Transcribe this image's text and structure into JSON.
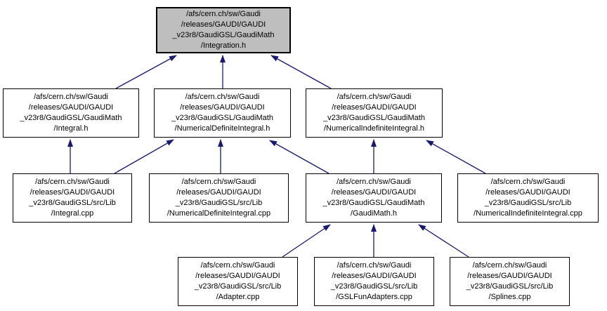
{
  "diagram": {
    "arrow_color": "#191970",
    "main_node_fill": "#bebebe",
    "node_fill": "#ffffff",
    "border_color": "#000000",
    "text_color": "#000000"
  },
  "nodes": {
    "integration_h": {
      "lines": [
        "/afs/cern.ch/sw/Gaudi",
        "/releases/GAUDI/GAUDI",
        "_v23r8/GaudiGSL/GaudiMath",
        "/Integration.h"
      ]
    },
    "integral_h": {
      "lines": [
        "/afs/cern.ch/sw/Gaudi",
        "/releases/GAUDI/GAUDI",
        "_v23r8/GaudiGSL/GaudiMath",
        "/Integral.h"
      ]
    },
    "numerical_definite_integral_h": {
      "lines": [
        "/afs/cern.ch/sw/Gaudi",
        "/releases/GAUDI/GAUDI",
        "_v23r8/GaudiGSL/GaudiMath",
        "/NumericalDefiniteIntegral.h"
      ]
    },
    "numerical_indefinite_integral_h": {
      "lines": [
        "/afs/cern.ch/sw/Gaudi",
        "/releases/GAUDI/GAUDI",
        "_v23r8/GaudiGSL/GaudiMath",
        "/NumericalIndefiniteIntegral.h"
      ]
    },
    "integral_cpp": {
      "lines": [
        "/afs/cern.ch/sw/Gaudi",
        "/releases/GAUDI/GAUDI",
        "_v23r8/GaudiGSL/src/Lib",
        "/Integral.cpp"
      ]
    },
    "numerical_definite_integral_cpp": {
      "lines": [
        "/afs/cern.ch/sw/Gaudi",
        "/releases/GAUDI/GAUDI",
        "_v23r8/GaudiGSL/src/Lib",
        "/NumericalDefiniteIntegral.cpp"
      ]
    },
    "gaudimath_h": {
      "lines": [
        "/afs/cern.ch/sw/Gaudi",
        "/releases/GAUDI/GAUDI",
        "_v23r8/GaudiGSL/GaudiMath",
        "/GaudiMath.h"
      ]
    },
    "numerical_indefinite_integral_cpp": {
      "lines": [
        "/afs/cern.ch/sw/Gaudi",
        "/releases/GAUDI/GAUDI",
        "_v23r8/GaudiGSL/src/Lib",
        "/NumericalIndefiniteIntegral.cpp"
      ]
    },
    "adapter_cpp": {
      "lines": [
        "/afs/cern.ch/sw/Gaudi",
        "/releases/GAUDI/GAUDI",
        "_v23r8/GaudiGSL/src/Lib",
        "/Adapter.cpp"
      ]
    },
    "gslfunadapters_cpp": {
      "lines": [
        "/afs/cern.ch/sw/Gaudi",
        "/releases/GAUDI/GAUDI",
        "_v23r8/GaudiGSL/src/Lib",
        "/GSLFunAdapters.cpp"
      ]
    },
    "splines_cpp": {
      "lines": [
        "/afs/cern.ch/sw/Gaudi",
        "/releases/GAUDI/GAUDI",
        "_v23r8/GaudiGSL/src/Lib",
        "/Splines.cpp"
      ]
    }
  },
  "edges": [
    {
      "from": "integral_h",
      "to": "integration_h"
    },
    {
      "from": "numerical_definite_integral_h",
      "to": "integration_h"
    },
    {
      "from": "numerical_indefinite_integral_h",
      "to": "integration_h"
    },
    {
      "from": "integral_cpp",
      "to": "integral_h"
    },
    {
      "from": "integral_cpp",
      "to": "numerical_definite_integral_h"
    },
    {
      "from": "numerical_definite_integral_cpp",
      "to": "numerical_definite_integral_h"
    },
    {
      "from": "gaudimath_h",
      "to": "numerical_definite_integral_h"
    },
    {
      "from": "gaudimath_h",
      "to": "numerical_indefinite_integral_h"
    },
    {
      "from": "numerical_indefinite_integral_cpp",
      "to": "numerical_indefinite_integral_h"
    },
    {
      "from": "adapter_cpp",
      "to": "gaudimath_h"
    },
    {
      "from": "gslfunadapters_cpp",
      "to": "gaudimath_h"
    },
    {
      "from": "splines_cpp",
      "to": "gaudimath_h"
    }
  ]
}
